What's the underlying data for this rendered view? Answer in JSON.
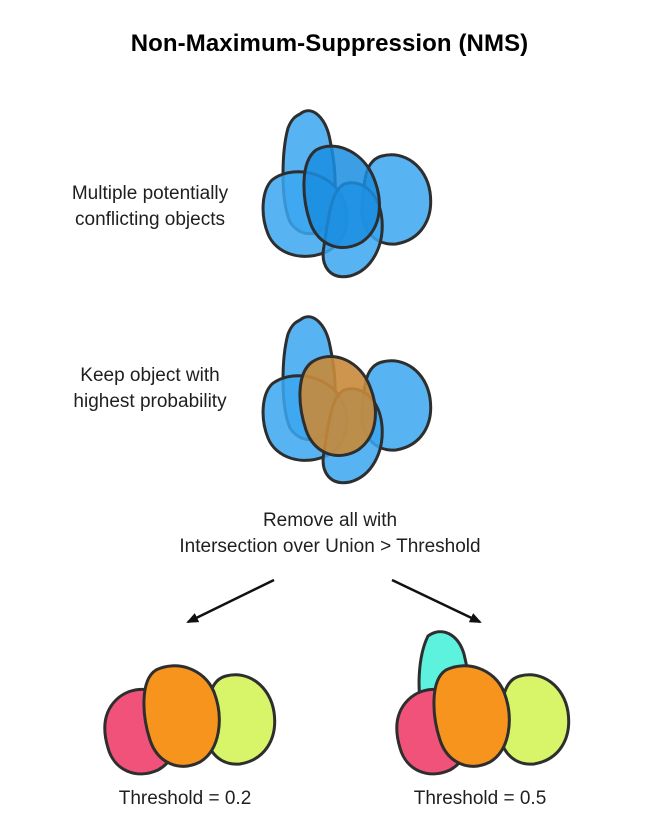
{
  "title": "Non-Maximum-Suppression (NMS)",
  "steps": {
    "multiple": {
      "line1": "Multiple potentially",
      "line2": "conflicting objects"
    },
    "keep": {
      "line1": "Keep object with",
      "line2": "highest probability"
    },
    "remove": {
      "line1": "Remove all with",
      "line2": "Intersection over Union > Threshold"
    }
  },
  "thresholds": [
    {
      "label": "Threshold = 0.2"
    },
    {
      "label": "Threshold = 0.5"
    }
  ],
  "colors": {
    "blob_blue": "#3aa6f0",
    "blob_blue_dark": "#1a8de0",
    "kept_orange": "#c88a3a",
    "outline": "#2e2e2e",
    "pink": "#f0527a",
    "orange": "#f7941d",
    "lime": "#d8f56a",
    "cyan": "#5cf2de"
  }
}
